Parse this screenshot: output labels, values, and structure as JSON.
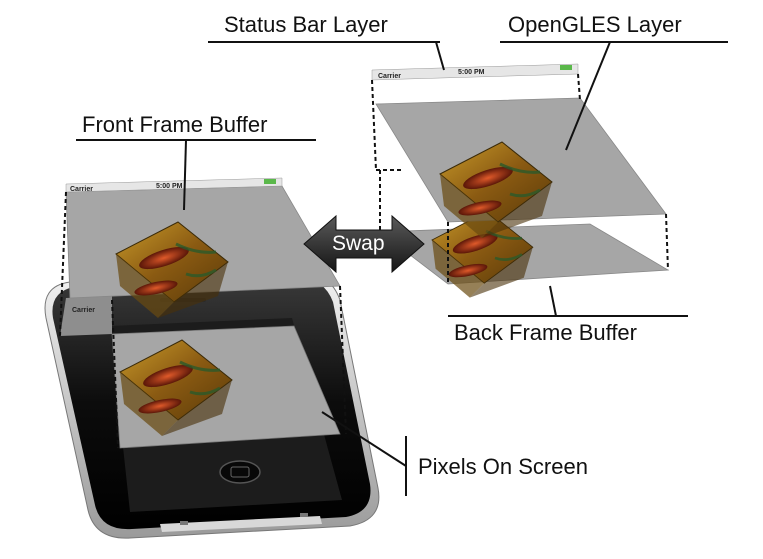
{
  "labels": {
    "status_bar_layer": "Status Bar Layer",
    "opengles_layer": "OpenGLES Layer",
    "front_frame_buffer": "Front Frame Buffer",
    "back_frame_buffer": "Back Frame Buffer",
    "pixels_on_screen": "Pixels On Screen",
    "swap": "Swap"
  },
  "status_bar": {
    "carrier": "Carrier",
    "time": "5:00 PM"
  },
  "colors": {
    "layer_gray": "#a6a6a6",
    "phone_black": "#111111",
    "cube_gold": "#a07a1c",
    "swap_arrow": "#3a3a3a"
  }
}
